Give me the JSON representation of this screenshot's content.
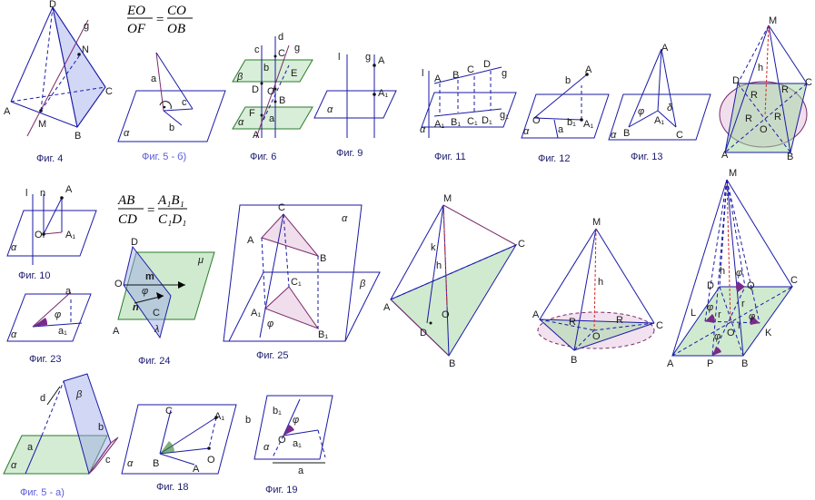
{
  "formulas": {
    "f1": {
      "num_l": "EO",
      "den_l": "OF",
      "eq": "=",
      "num_r": "CO",
      "den_r": "OB"
    },
    "f2": {
      "num_l": "AB",
      "den_l": "CD",
      "eq": "=",
      "num_r": "A₁B₁",
      "den_r": "C₁D₁"
    }
  },
  "captions": {
    "fig4": "Фиг. 4",
    "fig5b": "Фиг. 5 - б)",
    "fig6": "Фиг. 6",
    "fig9": "Фиг. 9",
    "fig11": "Фиг. 11",
    "fig12": "Фиг. 12",
    "fig13": "Фиг. 13",
    "fig10": "Фиг. 10",
    "fig23": "Фиг. 23",
    "fig24": "Фиг. 24",
    "fig25": "Фиг. 25",
    "fig5a": "Фиг. 5 - а)",
    "fig18": "Фиг. 18",
    "fig19": "Фиг. 19"
  },
  "labels": {
    "fig4": [
      "D",
      "g",
      "N",
      "C",
      "A",
      "M",
      "B"
    ],
    "fig5b": [
      "a",
      "c",
      "b",
      "α"
    ],
    "fig6": [
      "c",
      "d",
      "g",
      "C",
      "β",
      "b",
      "E",
      "D",
      "O",
      "B",
      "α",
      "F",
      "a",
      "A"
    ],
    "fig9": [
      "l",
      "g",
      "A",
      "A₁",
      "α"
    ],
    "fig11": [
      "l",
      "A",
      "B",
      "C",
      "D",
      "g",
      "A₁",
      "B₁",
      "C₁",
      "D₁",
      "g₁",
      "α"
    ],
    "fig12": [
      "b",
      "A",
      "O",
      "a",
      "b₁",
      "A₁",
      "α"
    ],
    "fig13": [
      "A",
      "φ",
      "δ",
      "A₁",
      "B",
      "C",
      "α"
    ],
    "fig_pyr1": [
      "M",
      "h",
      "D",
      "R",
      "R",
      "C",
      "R",
      "R",
      "O",
      "A",
      "B"
    ],
    "fig10": [
      "l",
      "n",
      "A",
      "O",
      "A₁",
      "α"
    ],
    "fig23": [
      "a",
      "φ",
      "a₁",
      "α"
    ],
    "fig24": [
      "D",
      "μ",
      "O",
      "m",
      "φ",
      "n",
      "C",
      "A",
      "λ"
    ],
    "fig25": [
      "C",
      "α",
      "A",
      "B",
      "C₁",
      "β",
      "A₁",
      "φ",
      "B₁"
    ],
    "fig_tet": [
      "M",
      "k",
      "h",
      "C",
      "A",
      "O",
      "D",
      "B"
    ],
    "fig_cone": [
      "M",
      "h",
      "A",
      "R",
      "R",
      "C",
      "O",
      "B"
    ],
    "fig_pyr2": [
      "M",
      "h",
      "φ",
      "C",
      "D",
      "Q",
      "L",
      "φ",
      "r",
      "φ",
      "r",
      "r",
      "O",
      "K",
      "φ",
      "A",
      "P",
      "B"
    ],
    "fig5a": [
      "d",
      "β",
      "b",
      "a",
      "α",
      "c"
    ],
    "fig18": [
      "C",
      "A₁",
      "B",
      "O",
      "A",
      "α"
    ],
    "fig19": [
      "b",
      "b₁",
      "φ",
      "α",
      "O",
      "a₁",
      "a"
    ]
  },
  "colors": {
    "edge": "#1a1aa6",
    "plane_green": "#b8e0b8",
    "face_blue": "#9aa6e8",
    "face_pink": "#e8c8e0",
    "accent_purple": "#7a2a8a",
    "height_red": "#d42a2a"
  }
}
